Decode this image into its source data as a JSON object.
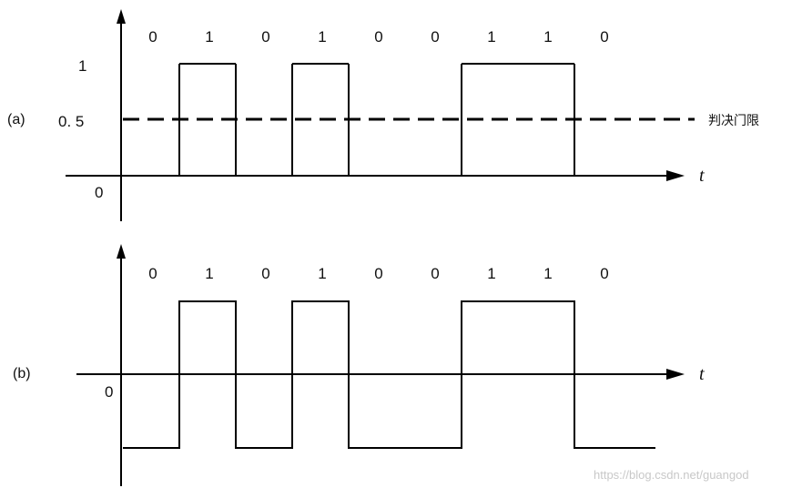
{
  "bits": [
    "0",
    "1",
    "0",
    "1",
    "0",
    "0",
    "1",
    "1",
    "0"
  ],
  "panel_a": {
    "label": "(a)",
    "tick_one": "1",
    "tick_half": "0. 5",
    "tick_zero": "0",
    "threshold_label": "判决门限",
    "t_label": "t",
    "levels": [
      0,
      1
    ],
    "threshold": 0.5
  },
  "panel_b": {
    "label": "(b)",
    "tick_zero": "0",
    "t_label": "t",
    "levels": [
      -1,
      1
    ]
  },
  "watermark": "https://blog.csdn.net/guangod",
  "colors": {
    "line": "#000000",
    "watermark": "#c8c8c8"
  }
}
